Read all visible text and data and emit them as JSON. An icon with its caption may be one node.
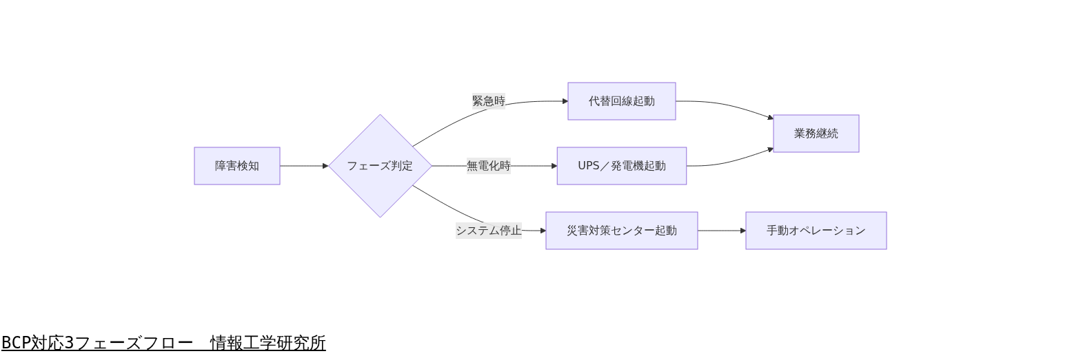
{
  "diagram": {
    "caption": "BCP対応3フェーズフロー　情報工学研究所",
    "nodes": [
      {
        "text": [
          "障害検知"
        ]
      },
      {
        "text": [
          "フェーズ判定"
        ]
      },
      {
        "text": [
          "代替回線起動"
        ]
      },
      {
        "text": [
          "UPS／発電機起動"
        ]
      },
      {
        "text": [
          "災害対策センター起動"
        ]
      },
      {
        "text": [
          "業務継続"
        ]
      },
      {
        "text": [
          "手動オペレーション"
        ]
      }
    ],
    "edges": [
      {
        "from": 0,
        "to": 1,
        "arrow": "to"
      },
      {
        "from": 1,
        "to": 2,
        "arrow": "to",
        "label": "緊急時"
      },
      {
        "from": 1,
        "to": 3,
        "arrow": "to",
        "label": "無電化時"
      },
      {
        "from": 1,
        "to": 4,
        "arrow": "to",
        "label": "システム停止"
      },
      {
        "from": 2,
        "to": 5,
        "arrow": "to"
      },
      {
        "from": 3,
        "to": 5,
        "arrow": "to"
      },
      {
        "from": 4,
        "to": 6,
        "arrow": "to"
      }
    ]
  }
}
